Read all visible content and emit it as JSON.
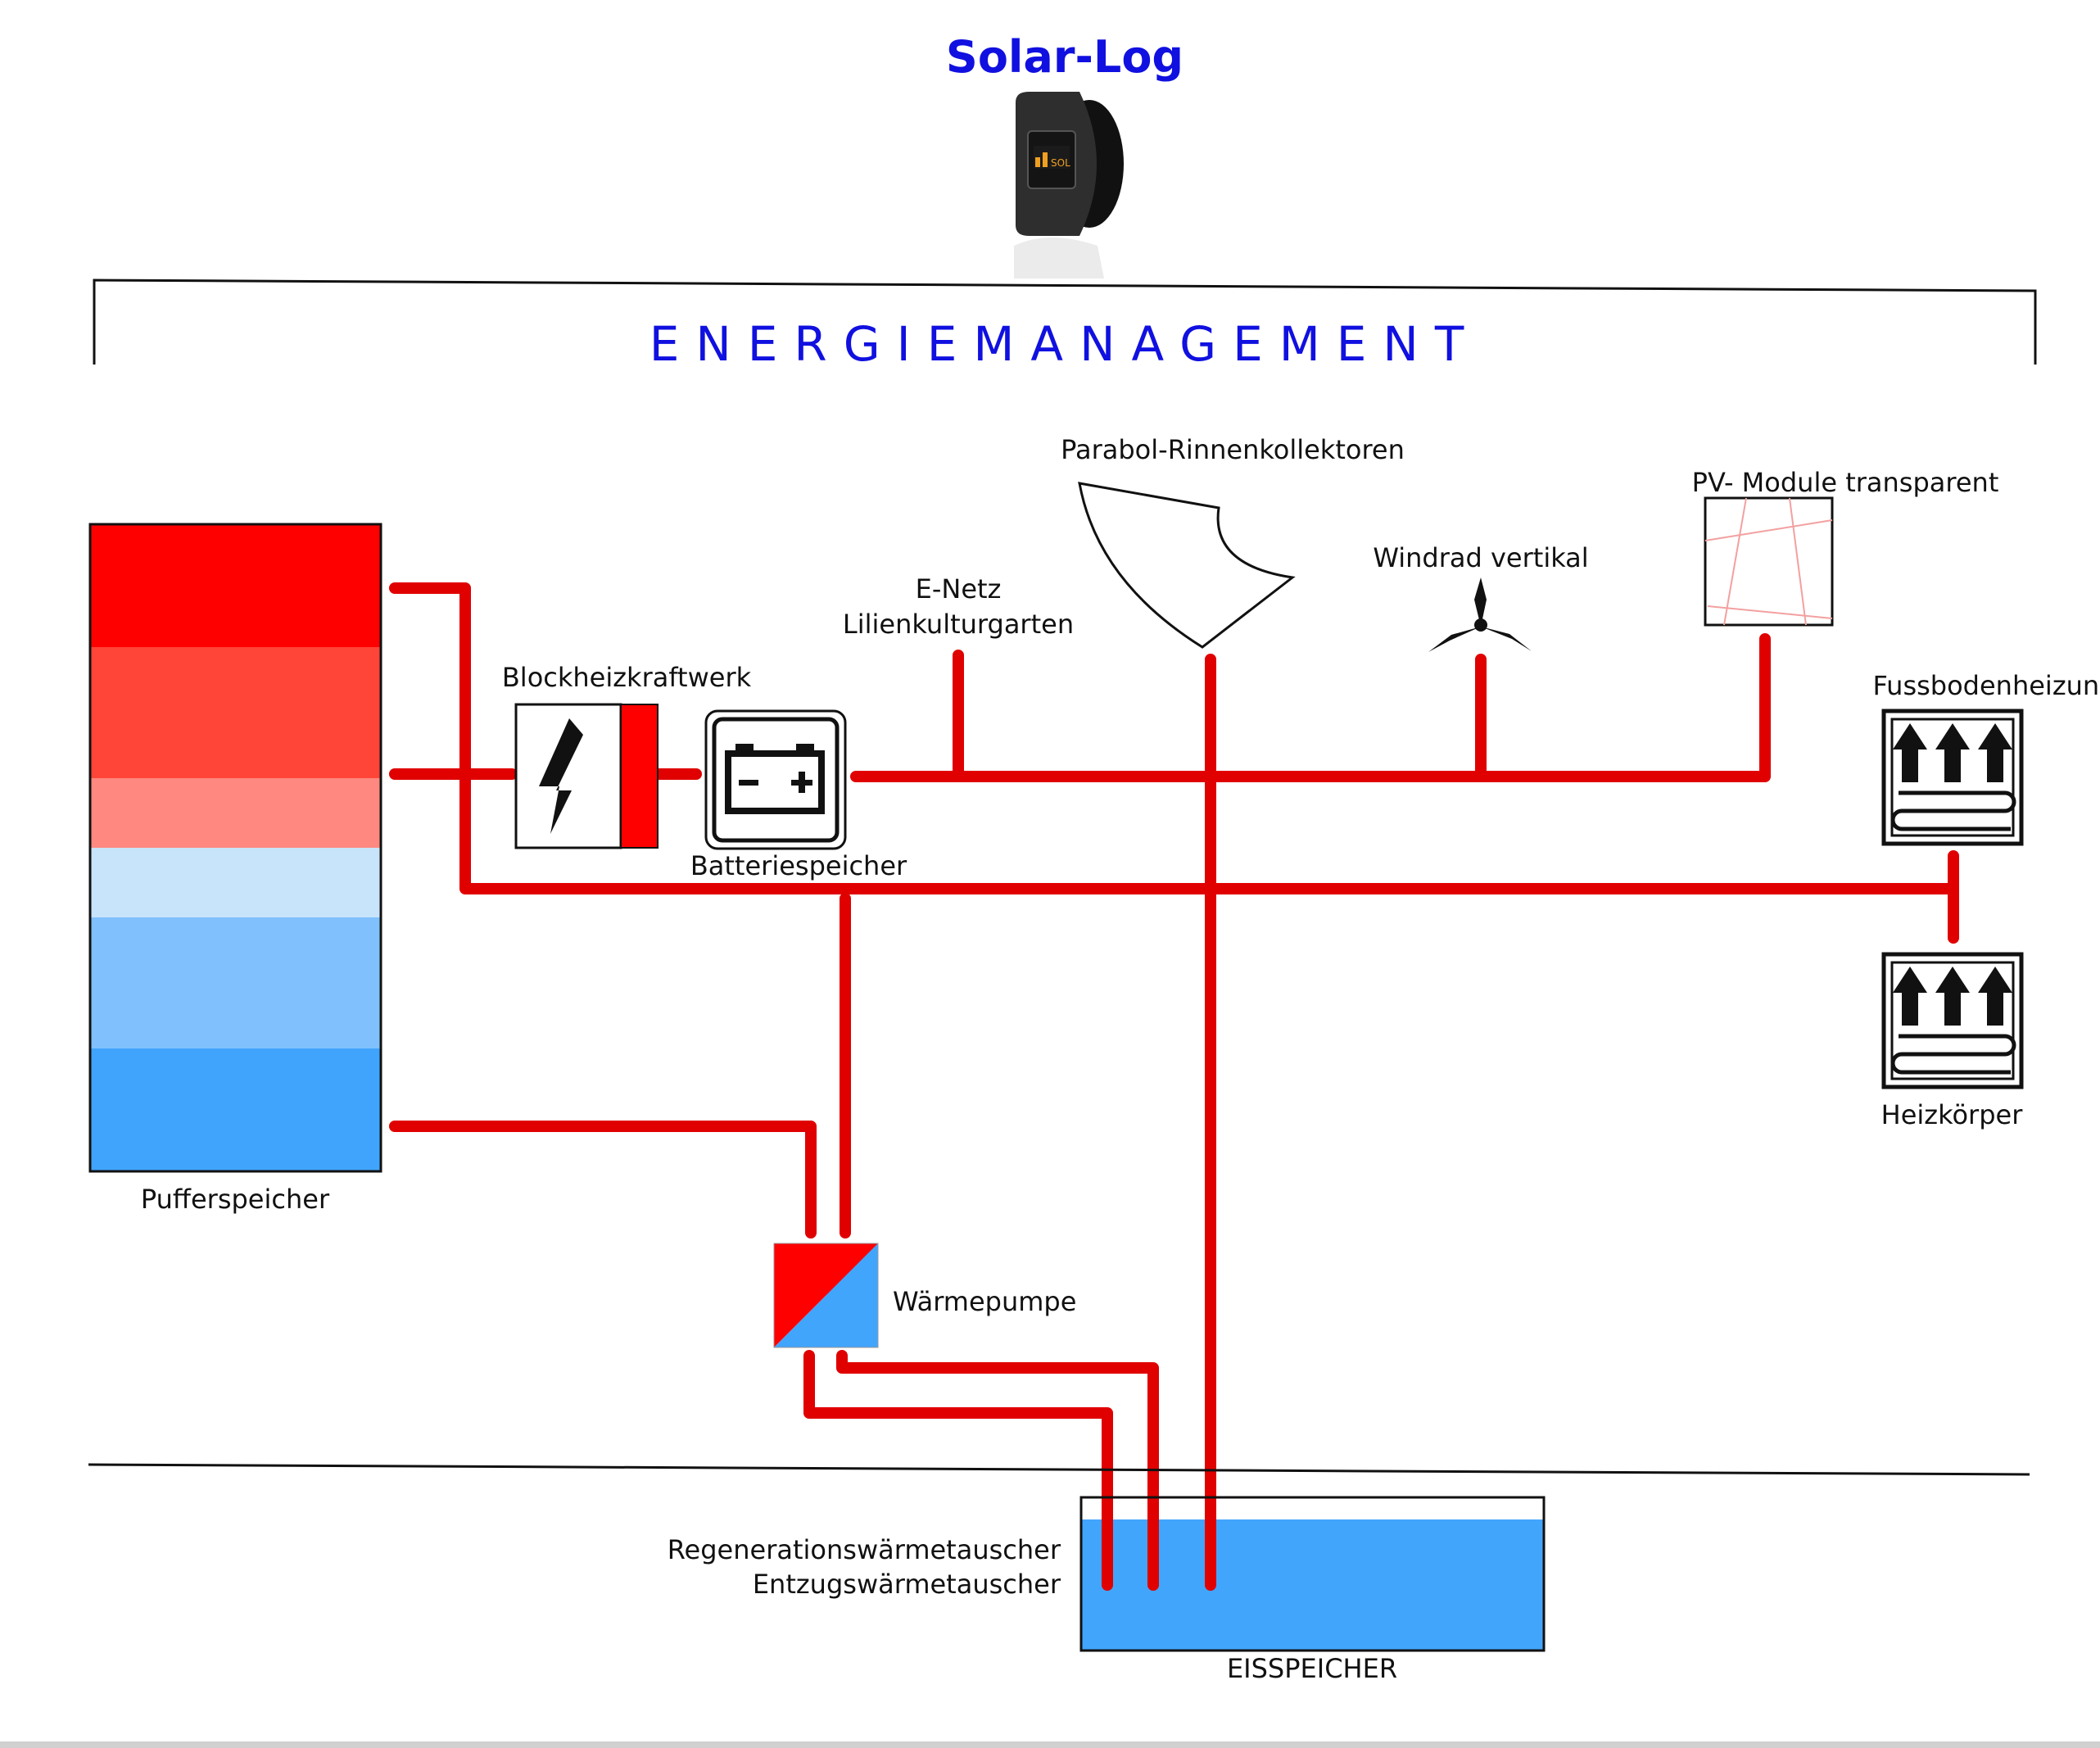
{
  "header": {
    "brand": "Solar-Log",
    "title": "ENERGIEMANAGEMENT"
  },
  "device": {
    "screen_text": "SOL"
  },
  "components": {
    "pufferspeicher": "Pufferspeicher",
    "blockheizkraftwerk": "Blockheizkraftwerk",
    "batteriespeicher": "Batteriespeicher",
    "enetz_line1": "E-Netz",
    "enetz_line2": "Lilienkulturgarten",
    "parabol": "Parabol-Rinnenkollektoren",
    "windrad": "Windrad vertikal",
    "pv": "PV- Module transparent",
    "fussbodenheizung": "Fussbodenheizung",
    "heizkoerper": "Heizkörper",
    "waermepumpe": "Wärmepumpe",
    "regeneration": "Regenerationswärmetauscher",
    "entzug": "Entzugswärmetauscher",
    "eisspeicher": "EISSPEICHER"
  },
  "colors": {
    "pipe": "#e00000",
    "text_blue": "#1010e0",
    "tank_layers": [
      "#ff0000",
      "#ff4438",
      "#ff8880",
      "#c8e4fa",
      "#80c0fc",
      "#40a4fc"
    ],
    "ice_water": "#42a5fc"
  }
}
